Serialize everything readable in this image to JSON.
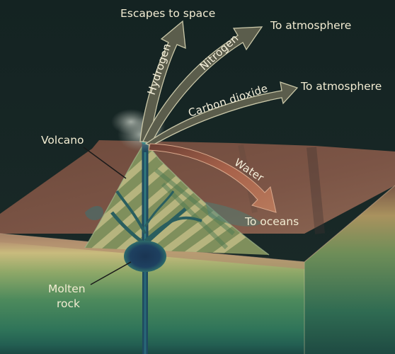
{
  "labels": {
    "escapes": "Escapes to space",
    "to_atmosphere_1": "To atmosphere",
    "to_atmosphere_2": "To atmosphere",
    "to_oceans": "To oceans",
    "volcano": "Volcano",
    "molten_line1": "Molten",
    "molten_line2": "rock"
  },
  "arrows": {
    "hydrogen": "Hydrogen",
    "nitrogen": "Nitrogen",
    "carbon_dioxide": "Carbon dioxide",
    "water": "Water"
  },
  "colors": {
    "background": "#152424",
    "gas_arrow": "#5b5d4c",
    "water_arrow": "#b06a50",
    "magma": "#1e3f5e",
    "label_text": "#f2ecd2"
  }
}
